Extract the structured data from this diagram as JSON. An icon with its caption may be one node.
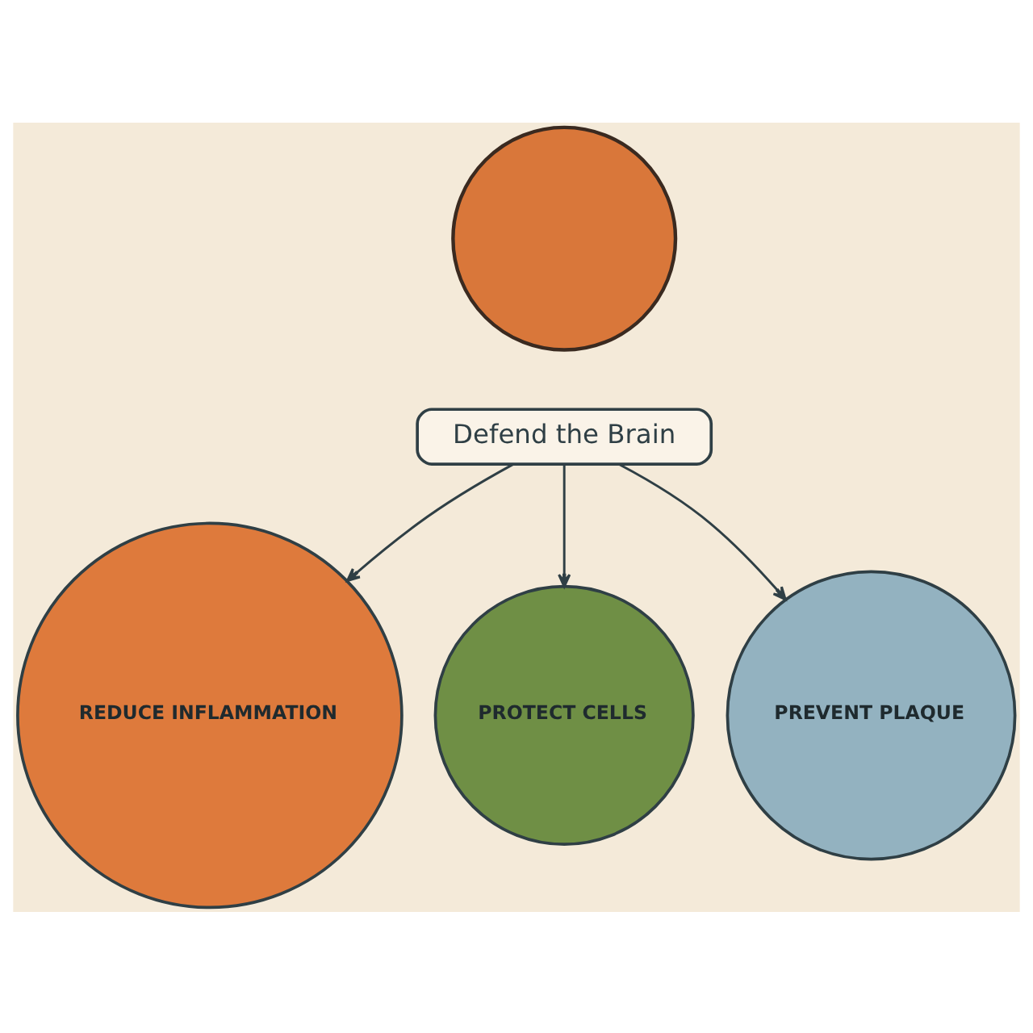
{
  "diagram": {
    "nodes": [
      {
        "text": [],
        "shape": "circle"
      },
      {
        "text": [
          "Defend the Brain"
        ]
      },
      {
        "text": [
          "REDUCE INFLAMMATION"
        ]
      },
      {
        "text": [
          "PROTECT CELLS"
        ]
      },
      {
        "text": [
          "PREVENT PLAQUE"
        ]
      }
    ],
    "edges": [
      {
        "from": 1,
        "to": 2,
        "arrow": "to"
      },
      {
        "from": 1,
        "to": 3,
        "arrow": "to"
      },
      {
        "from": 1,
        "to": 4,
        "arrow": "to"
      }
    ]
  }
}
